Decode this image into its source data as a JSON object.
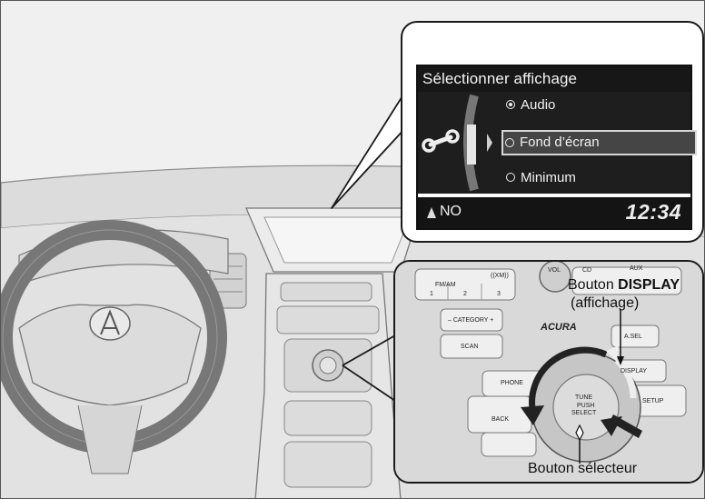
{
  "screen": {
    "title": "Sélectionner affichage",
    "options": [
      {
        "label": "Audio",
        "selected": true,
        "highlighted": false
      },
      {
        "label": "Fond d’écran",
        "selected": false,
        "highlighted": true
      },
      {
        "label": "Minimum",
        "selected": false,
        "highlighted": false
      }
    ],
    "status_direction": "NO",
    "status_time": "12:34",
    "icon": "wrench-icon"
  },
  "panel": {
    "buttons": {
      "fm_am": "FM/AM",
      "preset_1": "1",
      "preset_2": "2",
      "preset_3": "3",
      "xm": "((XM))",
      "vol": "VOL",
      "cd": "CD",
      "aux": "AUX",
      "category": "– CATEGORY +",
      "scan": "SCAN",
      "brand": "ACURA",
      "a_sel": "A.SEL",
      "display": "DISPLAY",
      "phone": "PHONE",
      "back": "BACK",
      "setup": "SETUP",
      "tune": "TUNE",
      "push": "PUSH",
      "select": "SELECT"
    }
  },
  "labels": {
    "display_button_prefix": "Bouton ",
    "display_button_name": "DISPLAY",
    "display_button_note": "(affichage)",
    "selector_button": "Bouton sélecteur"
  }
}
